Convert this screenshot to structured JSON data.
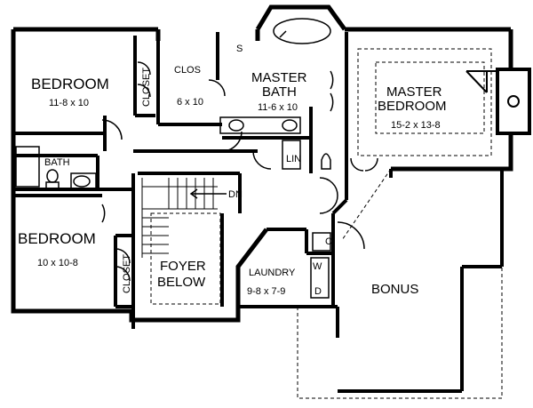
{
  "rooms": {
    "bedroom1": {
      "name": "BEDROOM",
      "size": "11-8 x 10"
    },
    "closet1": {
      "name": "CLOSET"
    },
    "clos": {
      "name": "CLOS",
      "size": "6 x 10"
    },
    "shelf": {
      "name": "S"
    },
    "master_bath": {
      "name_line1": "MASTER",
      "name_line2": "BATH",
      "size": "11-6 x 10"
    },
    "master_bedroom": {
      "name_line1": "MASTER",
      "name_line2": "BEDROOM",
      "size": "15-2 x 13-8"
    },
    "bath": {
      "name": "BATH"
    },
    "lin": {
      "name": "LIN"
    },
    "stair": {
      "label": "DN"
    },
    "bedroom2": {
      "name": "BEDROOM",
      "size": "10 x 10-8"
    },
    "closet2": {
      "name": "CLOSET"
    },
    "foyer": {
      "name_line1": "FOYER",
      "name_line2": "BELOW"
    },
    "coat": {
      "name": "C"
    },
    "laundry": {
      "name": "LAUNDRY",
      "size": "9-8 x 7-9"
    },
    "washer": {
      "name": "W"
    },
    "dryer": {
      "name": "D"
    },
    "bonus": {
      "name": "BONUS"
    }
  }
}
